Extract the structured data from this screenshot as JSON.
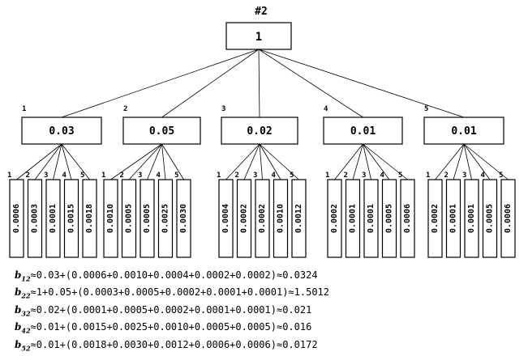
{
  "diagram": {
    "title": "#2",
    "root": {
      "value": "1"
    },
    "groups": [
      {
        "index": "1",
        "value": "0.03",
        "leaves": [
          {
            "index": "1",
            "value": "0.0006"
          },
          {
            "index": "2",
            "value": "0.0003"
          },
          {
            "index": "3",
            "value": "0.0001"
          },
          {
            "index": "4",
            "value": "0.0015"
          },
          {
            "index": "5",
            "value": "0.0018"
          }
        ]
      },
      {
        "index": "2",
        "value": "0.05",
        "leaves": [
          {
            "index": "1",
            "value": "0.0010"
          },
          {
            "index": "2",
            "value": "0.0005"
          },
          {
            "index": "3",
            "value": "0.0005"
          },
          {
            "index": "4",
            "value": "0.0025"
          },
          {
            "index": "5",
            "value": "0.0030"
          }
        ]
      },
      {
        "index": "3",
        "value": "0.02",
        "leaves": [
          {
            "index": "1",
            "value": "0.0004"
          },
          {
            "index": "2",
            "value": "0.0002"
          },
          {
            "index": "3",
            "value": "0.0002"
          },
          {
            "index": "4",
            "value": "0.0010"
          },
          {
            "index": "5",
            "value": "0.0012"
          }
        ]
      },
      {
        "index": "4",
        "value": "0.01",
        "leaves": [
          {
            "index": "1",
            "value": "0.0002"
          },
          {
            "index": "2",
            "value": "0.0001"
          },
          {
            "index": "3",
            "value": "0.0001"
          },
          {
            "index": "4",
            "value": "0.0005"
          },
          {
            "index": "5",
            "value": "0.0006"
          }
        ]
      },
      {
        "index": "5",
        "value": "0.01",
        "leaves": [
          {
            "index": "1",
            "value": "0.0002"
          },
          {
            "index": "2",
            "value": "0.0001"
          },
          {
            "index": "3",
            "value": "0.0001"
          },
          {
            "index": "4",
            "value": "0.0005"
          },
          {
            "index": "5",
            "value": "0.0006"
          }
        ]
      }
    ]
  },
  "formulas": [
    {
      "var": "b",
      "sub": "12",
      "text": "≈0.03+(0.0006+0.0010+0.0004+0.0002+0.0002)≈0.0324"
    },
    {
      "var": "b",
      "sub": "22",
      "text": "≈1+0.05+(0.0003+0.0005+0.0002+0.0001+0.0001)≈1.5012"
    },
    {
      "var": "b",
      "sub": "32",
      "text": "≈0.02+(0.0001+0.0005+0.0002+0.0001+0.0001)≈0.021"
    },
    {
      "var": "b",
      "sub": "42",
      "text": "≈0.01+(0.0015+0.0025+0.0010+0.0005+0.0005)≈0.016"
    },
    {
      "var": "b",
      "sub": "52",
      "text": "≈0.01+(0.0018+0.0030+0.0012+0.0006+0.0006)≈0.0172"
    }
  ]
}
